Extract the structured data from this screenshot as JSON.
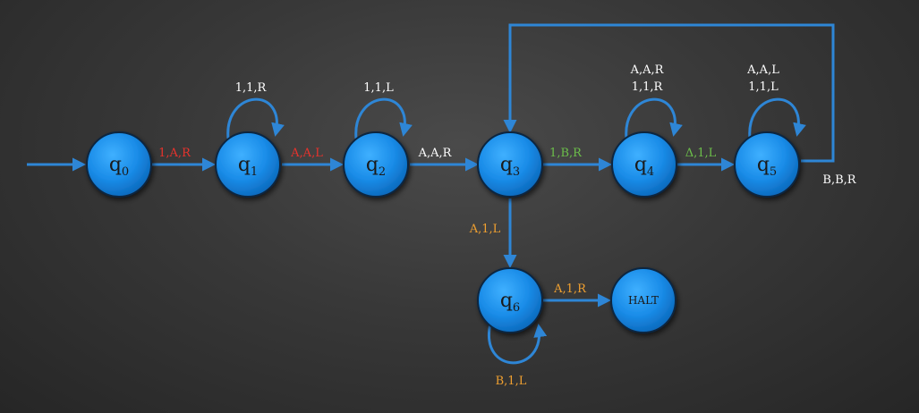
{
  "colors": {
    "edge": "#2e86d6",
    "node_fill": "#1a8ce8",
    "node_stroke": "#0a2540",
    "red": "#e8322c",
    "white": "#ffffff",
    "green": "#6cbf4a",
    "orange": "#f0a030"
  },
  "states": {
    "q0": "q",
    "q0_sub": "0",
    "q1": "q",
    "q1_sub": "1",
    "q2": "q",
    "q2_sub": "2",
    "q3": "q",
    "q3_sub": "3",
    "q4": "q",
    "q4_sub": "4",
    "q5": "q",
    "q5_sub": "5",
    "q6": "q",
    "q6_sub": "6",
    "halt": "HALT"
  },
  "transitions": {
    "q0_q1": "1,A,R",
    "q1_loop": "1,1,R",
    "q1_q2": "A,A,L",
    "q2_loop": "1,1,L",
    "q2_q3": "A,A,R",
    "q3_q4": "1,B,R",
    "q4_loop_1": "A,A,R",
    "q4_loop_2": "1,1,R",
    "q4_q5": "Δ,1,L",
    "q5_loop_1": "A,A,L",
    "q5_loop_2": "1,1,L",
    "q5_q3": "B,B,R",
    "q3_q6": "A,1,L",
    "q6_halt": "A,1,R",
    "q6_loop": "B,1,L"
  }
}
